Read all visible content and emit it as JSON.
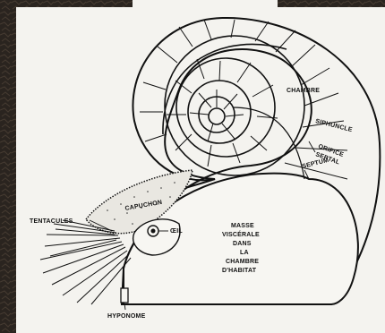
{
  "labels": {
    "chambre": "CHAMBRE",
    "siphuncle": "SIPHUNCLE",
    "orifice_1": "ORIFICE",
    "orifice_2": "SEPTAL",
    "septum": "SEPTUM",
    "capuchon": "CAPUCHON",
    "oeil": "ŒIL",
    "tentacules": "TENTACULES",
    "masse_1": "MASSE",
    "masse_2": "VISCÉRALE",
    "masse_3": "DANS",
    "masse_4": "LA",
    "masse_5": "CHAMBRE",
    "masse_6": "D'HABITAT",
    "hyponome": "HYPONOME"
  },
  "colors": {
    "background": "#2a241f",
    "paper": "#f4f3ef",
    "ink": "#111111"
  }
}
